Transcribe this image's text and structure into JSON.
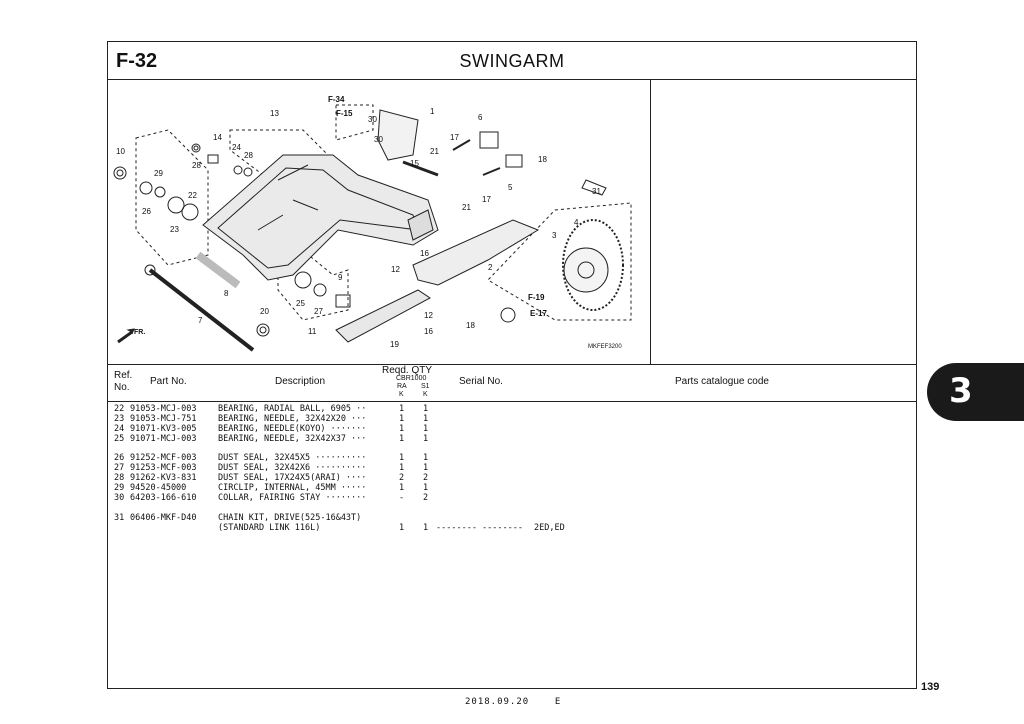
{
  "header": {
    "code": "F-32",
    "title": "SWINGARM"
  },
  "diagram": {
    "callouts": [
      "1",
      "2",
      "3",
      "4",
      "5",
      "6",
      "7",
      "8",
      "9",
      "10",
      "11",
      "12",
      "12",
      "13",
      "14",
      "15",
      "16",
      "16",
      "17",
      "17",
      "18",
      "18",
      "19",
      "20",
      "21",
      "21",
      "22",
      "23",
      "24",
      "25",
      "26",
      "27",
      "28",
      "28",
      "29",
      "30",
      "30",
      "31"
    ],
    "refs": [
      "F-34",
      "F-15",
      "F-19",
      "E-17"
    ],
    "drawing_code": "MKFEF3200",
    "front_label": "FR."
  },
  "table": {
    "col_ref": "Ref.",
    "col_ref2": "No.",
    "col_part": "Part No.",
    "col_desc": "Description",
    "col_reqd": "Reqd.  QTY",
    "col_model": "CBR1000",
    "col_ra": "RA",
    "col_k1": "K",
    "col_s1": "S1",
    "col_k2": "K",
    "col_serial": "Serial No.",
    "col_catalogue": "Parts catalogue code",
    "rows": [
      {
        "ref": "22",
        "part": "91053-MCJ-003",
        "desc": "BEARING, RADIAL BALL, 6905 ··",
        "ra": "1",
        "s1": "1",
        "serial": "",
        "cat": ""
      },
      {
        "ref": "23",
        "part": "91053-MCJ-751",
        "desc": "BEARING, NEEDLE, 32X42X20 ···",
        "ra": "1",
        "s1": "1",
        "serial": "",
        "cat": ""
      },
      {
        "ref": "24",
        "part": "91071-KV3-005",
        "desc": "BEARING, NEEDLE(KOYO) ·······",
        "ra": "1",
        "s1": "1",
        "serial": "",
        "cat": ""
      },
      {
        "ref": "25",
        "part": "91071-MCJ-003",
        "desc": "BEARING, NEEDLE, 32X42X37 ···",
        "ra": "1",
        "s1": "1",
        "serial": "",
        "cat": ""
      },
      {
        "ref": "26",
        "part": "91252-MCF-003",
        "desc": "DUST SEAL, 32X45X5 ··········",
        "ra": "1",
        "s1": "1",
        "serial": "",
        "cat": ""
      },
      {
        "ref": "27",
        "part": "91253-MCF-003",
        "desc": "DUST SEAL, 32X42X6 ··········",
        "ra": "1",
        "s1": "1",
        "serial": "",
        "cat": ""
      },
      {
        "ref": "28",
        "part": "91262-KV3-831",
        "desc": "DUST SEAL, 17X24X5(ARAI) ····",
        "ra": "2",
        "s1": "2",
        "serial": "",
        "cat": ""
      },
      {
        "ref": "29",
        "part": "94520-45000",
        "desc": "CIRCLIP, INTERNAL, 45MM ·····",
        "ra": "1",
        "s1": "1",
        "serial": "",
        "cat": ""
      },
      {
        "ref": "30",
        "part": "64203-166-610",
        "desc": "COLLAR, FAIRING STAY ········",
        "ra": "-",
        "s1": "2",
        "serial": "",
        "cat": ""
      },
      {
        "ref": "31",
        "part": "06406-MKF-D40",
        "desc": "CHAIN KIT, DRIVE(525-16&43T)",
        "ra": "",
        "s1": "",
        "serial": "",
        "cat": ""
      },
      {
        "ref": "",
        "part": "",
        "desc": "(STANDARD LINK 116L)",
        "ra": "1",
        "s1": "1",
        "serial": "-------- --------",
        "cat": "2ED,ED"
      }
    ]
  },
  "side_tab": {
    "label": "3",
    "color": "#1a1a1a"
  },
  "page_number": "139",
  "footer": {
    "date": "2018.09.20",
    "edition": "E"
  }
}
